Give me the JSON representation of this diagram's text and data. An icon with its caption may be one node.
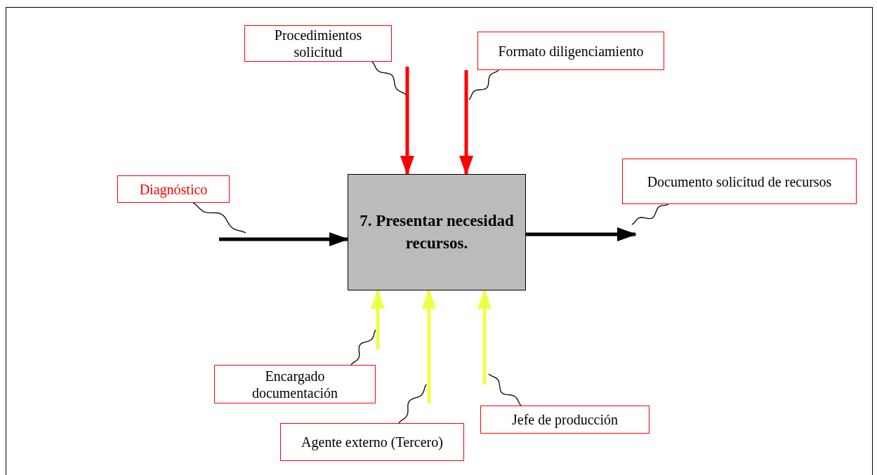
{
  "diagram": {
    "nodes": [
      {
        "text": [
          "Procedimientos solicitud"
        ]
      },
      {
        "text": [
          "Formato diligenciamiento"
        ]
      },
      {
        "text": [
          "Diagnóstico"
        ]
      },
      {
        "text": [
          "7. Presentar necesidad recursos."
        ]
      },
      {
        "text": [
          "Documento  solicitud de recursos"
        ]
      },
      {
        "text": [
          "Encargado documentación"
        ]
      },
      {
        "text": [
          "Agente externo (Tercero)"
        ]
      },
      {
        "text": [
          "Jefe de producción"
        ]
      }
    ],
    "edges": [
      {
        "from": null,
        "to": 3,
        "arrow": "to",
        "style": "thick",
        "color": "#ff0000"
      },
      {
        "from": null,
        "to": 3,
        "arrow": "to",
        "style": "thick",
        "color": "#ff0000"
      },
      {
        "from": null,
        "to": 3,
        "arrow": "to",
        "style": "thick"
      },
      {
        "from": 3,
        "to": null,
        "arrow": "to",
        "style": "thick"
      },
      {
        "from": null,
        "to": 3,
        "arrow": "to",
        "style": "thick",
        "color": "#eeff44"
      },
      {
        "from": null,
        "to": 3,
        "arrow": "to",
        "style": "thick",
        "color": "#eeff44"
      },
      {
        "from": null,
        "to": 3,
        "arrow": "to",
        "style": "thick",
        "color": "#eeff44"
      },
      {
        "from": 0,
        "to": null,
        "arrow": "none"
      },
      {
        "from": 1,
        "to": null,
        "arrow": "none"
      },
      {
        "from": 2,
        "to": null,
        "arrow": "none"
      },
      {
        "from": 4,
        "to": null,
        "arrow": "none"
      },
      {
        "from": 5,
        "to": null,
        "arrow": "none"
      },
      {
        "from": 6,
        "to": null,
        "arrow": "none"
      },
      {
        "from": 7,
        "to": null,
        "arrow": "none"
      }
    ]
  }
}
